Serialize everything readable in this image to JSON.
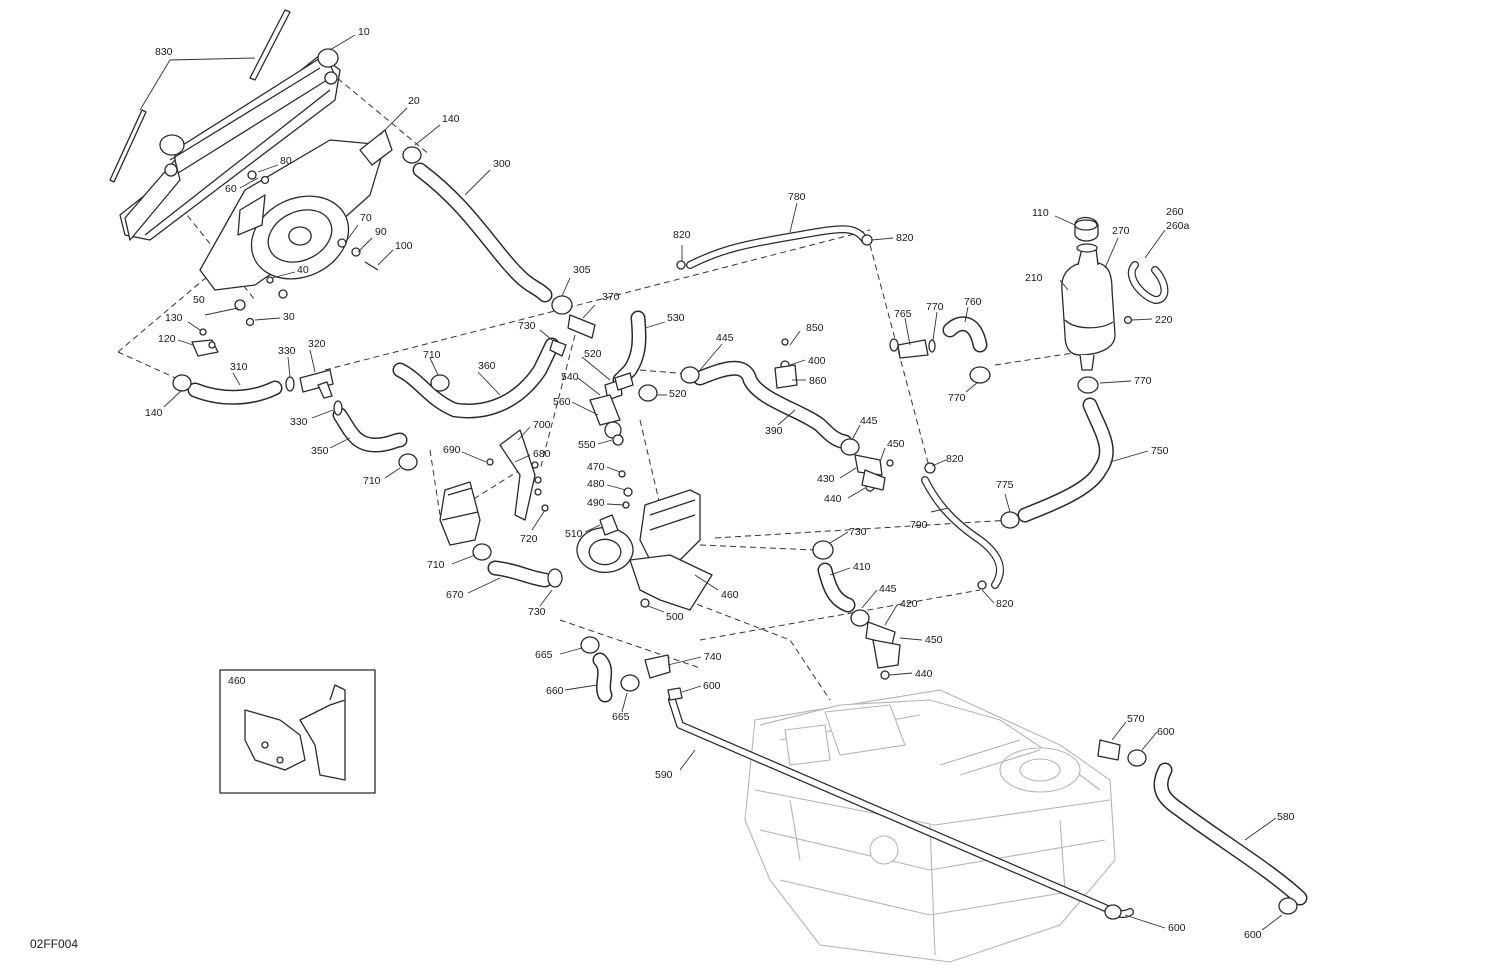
{
  "diagram": {
    "code": "02FF004",
    "inset_label": "460",
    "callouts": [
      {
        "label": "830"
      },
      {
        "label": "10"
      },
      {
        "label": "20"
      },
      {
        "label": "140"
      },
      {
        "label": "80"
      },
      {
        "label": "60"
      },
      {
        "label": "300"
      },
      {
        "label": "70"
      },
      {
        "label": "90"
      },
      {
        "label": "100"
      },
      {
        "label": "40"
      },
      {
        "label": "50"
      },
      {
        "label": "30"
      },
      {
        "label": "130"
      },
      {
        "label": "120"
      },
      {
        "label": "140"
      },
      {
        "label": "310"
      },
      {
        "label": "330"
      },
      {
        "label": "320"
      },
      {
        "label": "330"
      },
      {
        "label": "350"
      },
      {
        "label": "710"
      },
      {
        "label": "710"
      },
      {
        "label": "360"
      },
      {
        "label": "305"
      },
      {
        "label": "370"
      },
      {
        "label": "730"
      },
      {
        "label": "530"
      },
      {
        "label": "520"
      },
      {
        "label": "540"
      },
      {
        "label": "520"
      },
      {
        "label": "560"
      },
      {
        "label": "550"
      },
      {
        "label": "700"
      },
      {
        "label": "690"
      },
      {
        "label": "680"
      },
      {
        "label": "470"
      },
      {
        "label": "480"
      },
      {
        "label": "490"
      },
      {
        "label": "510"
      },
      {
        "label": "720"
      },
      {
        "label": "710"
      },
      {
        "label": "670"
      },
      {
        "label": "730"
      },
      {
        "label": "500"
      },
      {
        "label": "460"
      },
      {
        "label": "820"
      },
      {
        "label": "780"
      },
      {
        "label": "820"
      },
      {
        "label": "445"
      },
      {
        "label": "850"
      },
      {
        "label": "400"
      },
      {
        "label": "860"
      },
      {
        "label": "390"
      },
      {
        "label": "445"
      },
      {
        "label": "450"
      },
      {
        "label": "430"
      },
      {
        "label": "440"
      },
      {
        "label": "765"
      },
      {
        "label": "770"
      },
      {
        "label": "760"
      },
      {
        "label": "770"
      },
      {
        "label": "110"
      },
      {
        "label": "270"
      },
      {
        "label": "260"
      },
      {
        "label": "260a"
      },
      {
        "label": "210"
      },
      {
        "label": "220"
      },
      {
        "label": "770"
      },
      {
        "label": "820"
      },
      {
        "label": "790"
      },
      {
        "label": "775"
      },
      {
        "label": "750"
      },
      {
        "label": "730"
      },
      {
        "label": "410"
      },
      {
        "label": "445"
      },
      {
        "label": "420"
      },
      {
        "label": "450"
      },
      {
        "label": "440"
      },
      {
        "label": "820"
      },
      {
        "label": "665"
      },
      {
        "label": "740"
      },
      {
        "label": "660"
      },
      {
        "label": "665"
      },
      {
        "label": "600"
      },
      {
        "label": "590"
      },
      {
        "label": "570"
      },
      {
        "label": "600"
      },
      {
        "label": "580"
      },
      {
        "label": "600"
      },
      {
        "label": "600"
      }
    ]
  }
}
